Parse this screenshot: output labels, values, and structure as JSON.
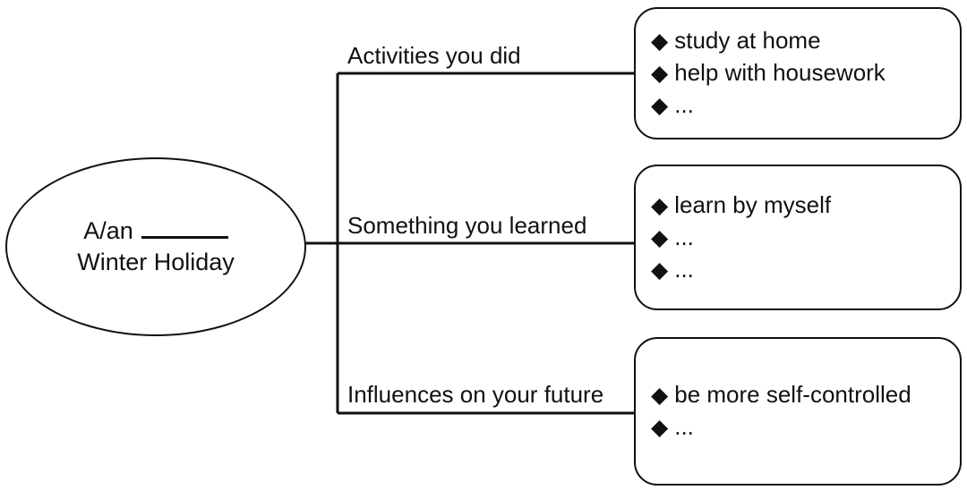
{
  "diagram": {
    "root": {
      "prefix": "A/an",
      "line2": "Winter Holiday"
    },
    "bullet": "◆",
    "branches": [
      {
        "label": "Activities you did",
        "items": [
          "study at home",
          "help with housework",
          "..."
        ]
      },
      {
        "label": "Something you learned",
        "items": [
          "learn by myself",
          "...",
          "..."
        ]
      },
      {
        "label": "Influences on your future",
        "items": [
          "be more self-controlled",
          "..."
        ]
      }
    ],
    "colors": {
      "ink": "#111111",
      "background": "#ffffff"
    }
  }
}
